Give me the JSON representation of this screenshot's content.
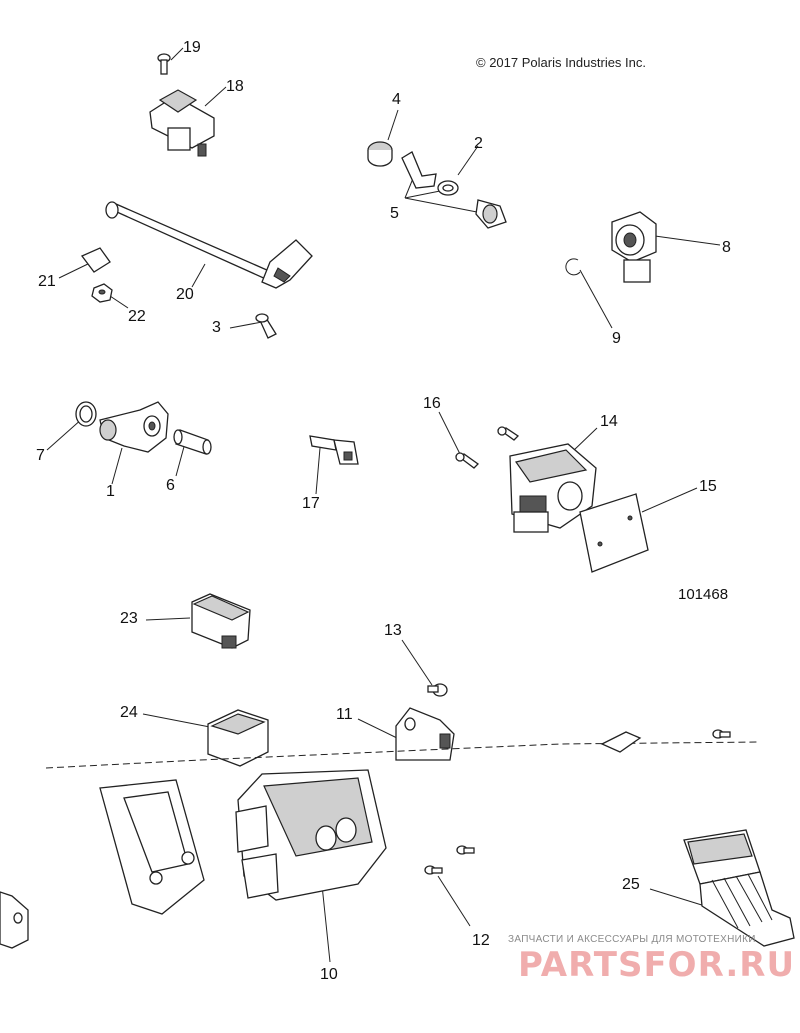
{
  "copyright": "© 2017 Polaris Industries Inc.",
  "reference_number": "101468",
  "callouts": [
    "1",
    "2",
    "3",
    "4",
    "5",
    "6",
    "7",
    "8",
    "9",
    "10",
    "11",
    "12",
    "13",
    "14",
    "15",
    "16",
    "17",
    "18",
    "19",
    "20",
    "21",
    "22",
    "23",
    "24",
    "25"
  ],
  "watermark": {
    "caption": "ЗАПЧАСТИ И АКСЕССУАРЫ ДЛЯ МОТОТЕХНИКИ",
    "brand": "PARTSFOR.RU",
    "color": "#d82828"
  }
}
